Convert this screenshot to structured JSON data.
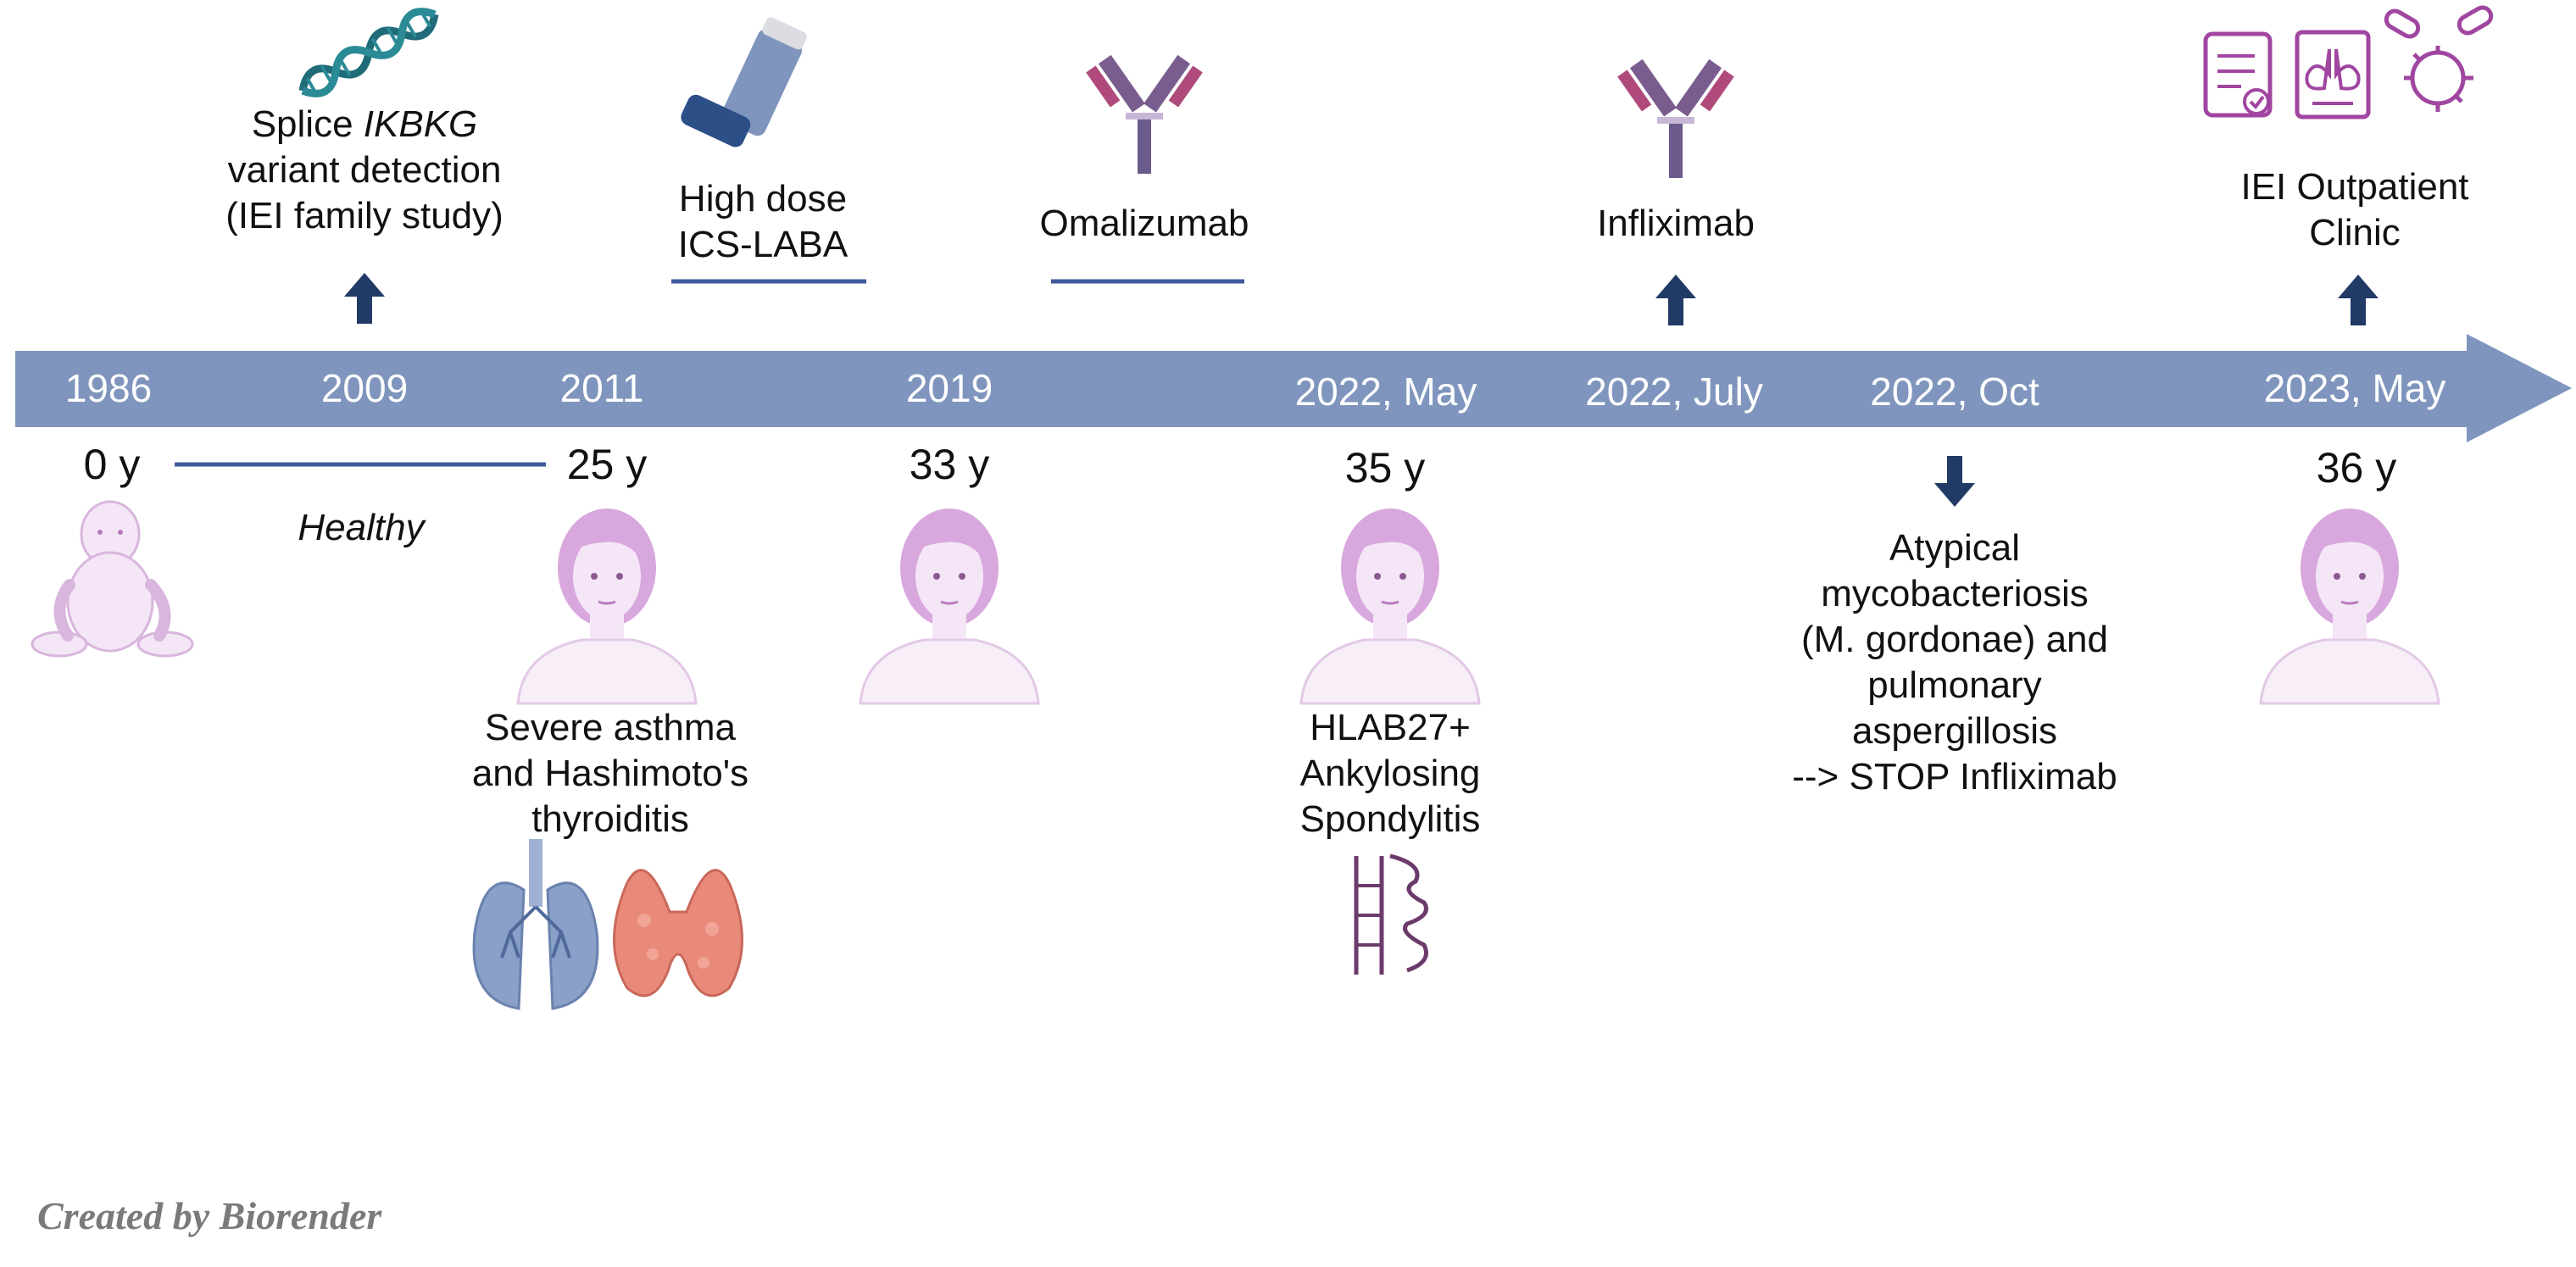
{
  "colors": {
    "timeline_bar": "#7f95bd",
    "arrow_up": "#213a66",
    "marker_line": "#3e5a9a",
    "person_fill": "#d8a7dd",
    "person_skin": "#f4e6f6",
    "icon_purple": "#a046a0"
  },
  "timeline": {
    "years": [
      "1986",
      "2009",
      "2011",
      "2019",
      "2022, May",
      "2022, July",
      "2022, Oct",
      "2023, May"
    ],
    "ages": [
      "0 y",
      "25 y",
      "33 y",
      "35 y",
      "36 y"
    ]
  },
  "events_above": {
    "splice": {
      "prefix": "Splice ",
      "gene": "IKBKG",
      "line2": "variant detection",
      "line3": "(IEI family study)"
    },
    "ics": {
      "line1": "High dose",
      "line2": "ICS-LABA"
    },
    "omalizumab": "Omalizumab",
    "infliximab": "Infliximab",
    "clinic": {
      "line1": "IEI Outpatient",
      "line2": "Clinic"
    }
  },
  "events_below": {
    "healthy": "Healthy",
    "asthma": {
      "line1": "Severe asthma",
      "line2": "and Hashimoto's",
      "line3": "thyroiditis"
    },
    "hlab": {
      "line1": "HLAB27+",
      "line2": "Ankylosing",
      "line3": "Spondylitis"
    },
    "myco": {
      "line1": "Atypical",
      "line2": "mycobacteriosis",
      "line3": "(M. gordonae) and",
      "line4": "pulmonary",
      "line5": "aspergillosis",
      "line6": "--> STOP Infliximab"
    }
  },
  "icons": [
    "dna-icon",
    "inhaler-icon",
    "antibody-icon",
    "baby-icon",
    "person-icon",
    "lungs-icon",
    "thyroid-icon",
    "spine-icon",
    "clipboard-icon",
    "lung-report-icon",
    "virus-pill-icon",
    "arrow-up-icon",
    "arrow-down-icon"
  ],
  "footer": "Created by Biorender"
}
